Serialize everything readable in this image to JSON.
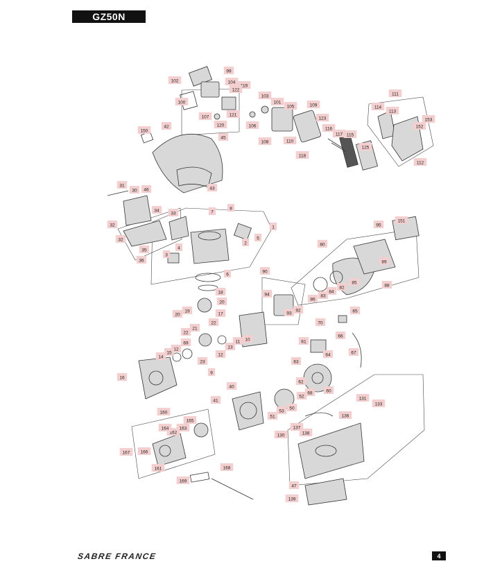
{
  "header": {
    "model": "GZ50N"
  },
  "footer": {
    "brand": "SABRE FRANCE",
    "page_number": "4"
  },
  "part_labels": [
    "1",
    "2",
    "3",
    "4",
    "5",
    "6",
    "7",
    "8",
    "9",
    "10",
    "11",
    "12",
    "12",
    "13",
    "14",
    "15",
    "16",
    "17",
    "18",
    "19",
    "20",
    "20",
    "21",
    "22",
    "22",
    "23",
    "30",
    "31",
    "32",
    "32",
    "33",
    "34",
    "35",
    "36",
    "40",
    "41",
    "42",
    "43",
    "45",
    "46",
    "47",
    "50",
    "51",
    "52",
    "53",
    "60",
    "61",
    "62",
    "63",
    "64",
    "65",
    "66",
    "67",
    "68",
    "69",
    "70",
    "80",
    "82",
    "83",
    "84",
    "85",
    "86",
    "88",
    "89",
    "90",
    "92",
    "93",
    "94",
    "95",
    "99",
    "100",
    "101",
    "102",
    "103",
    "104",
    "105",
    "106",
    "107",
    "108",
    "109",
    "110",
    "111",
    "112",
    "113",
    "114",
    "115",
    "116",
    "117",
    "118",
    "119",
    "120",
    "121",
    "122",
    "123",
    "125",
    "130",
    "131",
    "133",
    "136",
    "137",
    "138",
    "139",
    "150",
    "151",
    "152",
    "153",
    "160",
    "161",
    "162",
    "163",
    "164",
    "165",
    "166",
    "167",
    "168",
    "169"
  ]
}
